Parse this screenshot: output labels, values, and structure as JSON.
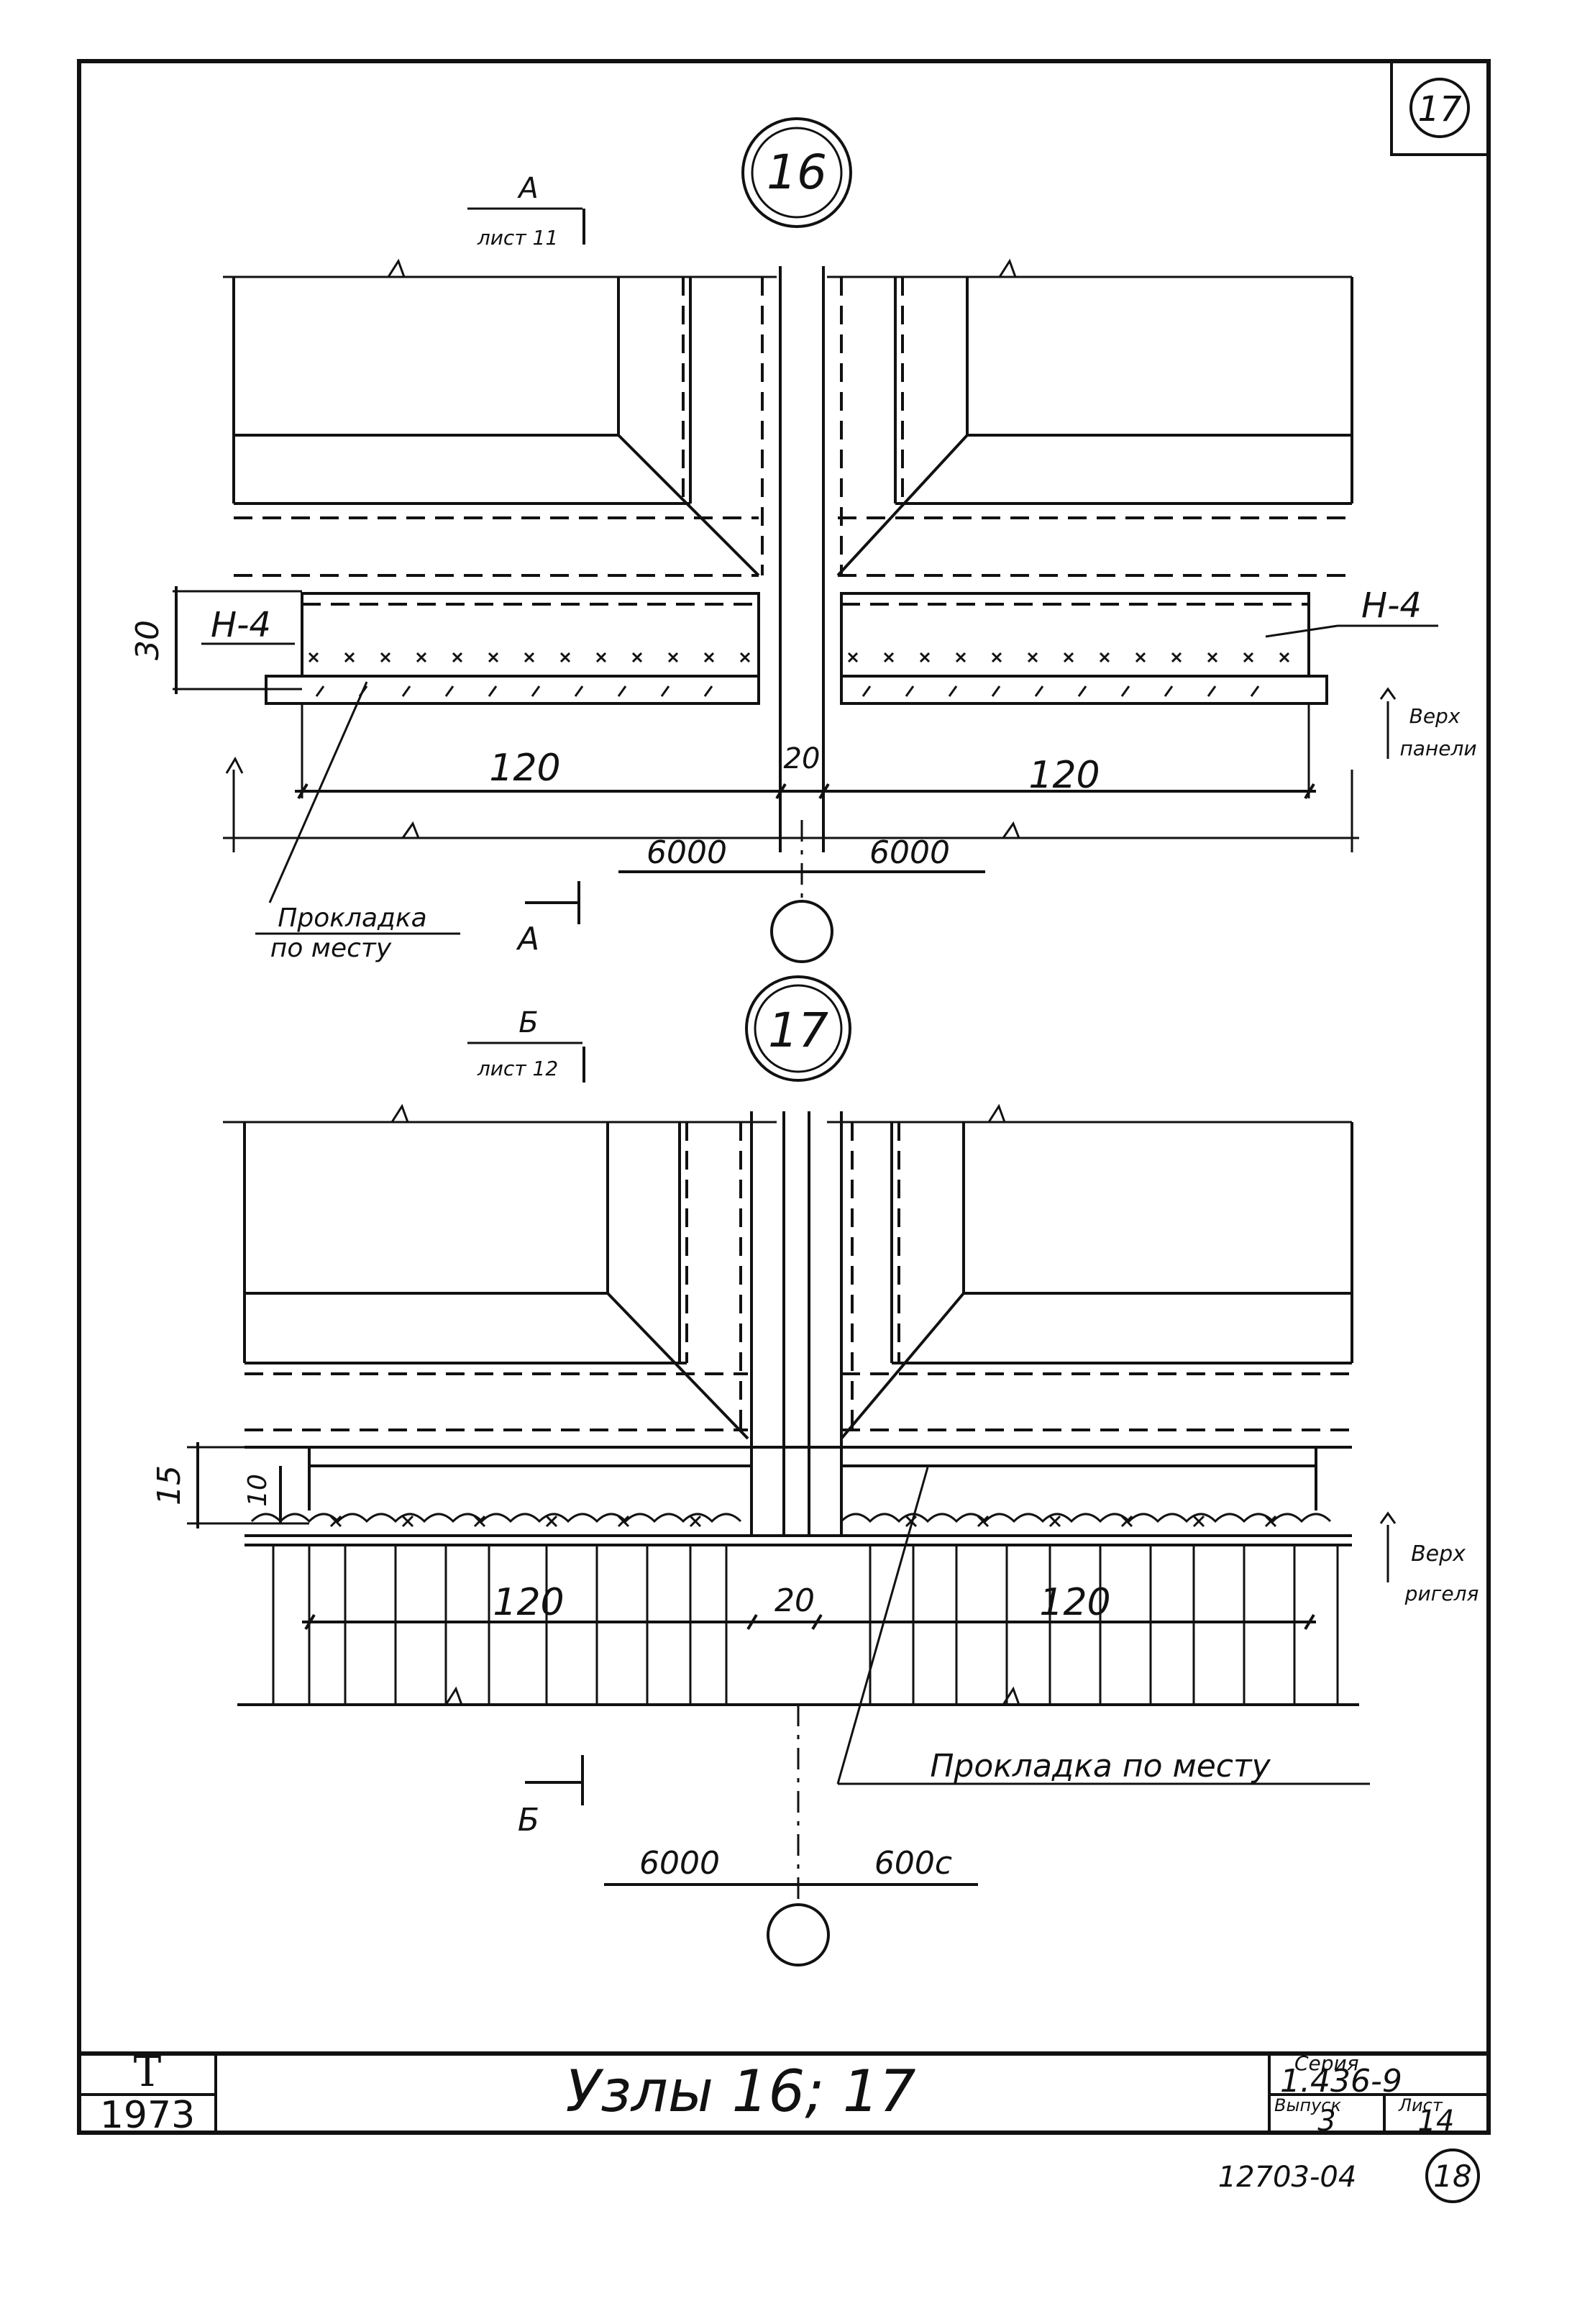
{
  "sheet_mark": "17",
  "node16": {
    "number": "16",
    "section_top_letter": "А",
    "section_top_ref": "лист 11",
    "panel_label_left": "Н-4",
    "panel_label_right": "Н-4",
    "height_dim": "30",
    "dim_left": "120",
    "dim_gap": "20",
    "dim_right": "120",
    "verh_label_1": "Верх",
    "verh_label_2": "панели",
    "axis_left": "6000",
    "axis_right": "6000",
    "gasket_label_1": "Прокладка",
    "gasket_label_2": "по месту",
    "section_bottom_letter": "А"
  },
  "node17": {
    "number": "17",
    "section_top_letter": "Б",
    "section_top_ref": "лист 12",
    "height_dim_outer": "15",
    "height_dim_inner": "10",
    "dim_left": "120",
    "dim_gap": "20",
    "dim_right": "120",
    "verh_label_1": "Верх",
    "verh_label_2": "ригеля",
    "gasket_label": "Прокладка по месту",
    "section_bottom_letter": "Б",
    "axis_left": "6000",
    "axis_right": "600с"
  },
  "title_block": {
    "letter": "Т",
    "year": "1973",
    "title": "Узлы 16; 17",
    "series_label": "Серия",
    "series_value": "1.436-9",
    "issue_label": "Выпуск",
    "issue_value": "3",
    "sheet_label": "Лист",
    "sheet_value": "14"
  },
  "footer": {
    "doc_number": "12703-04",
    "page_mark": "18"
  }
}
